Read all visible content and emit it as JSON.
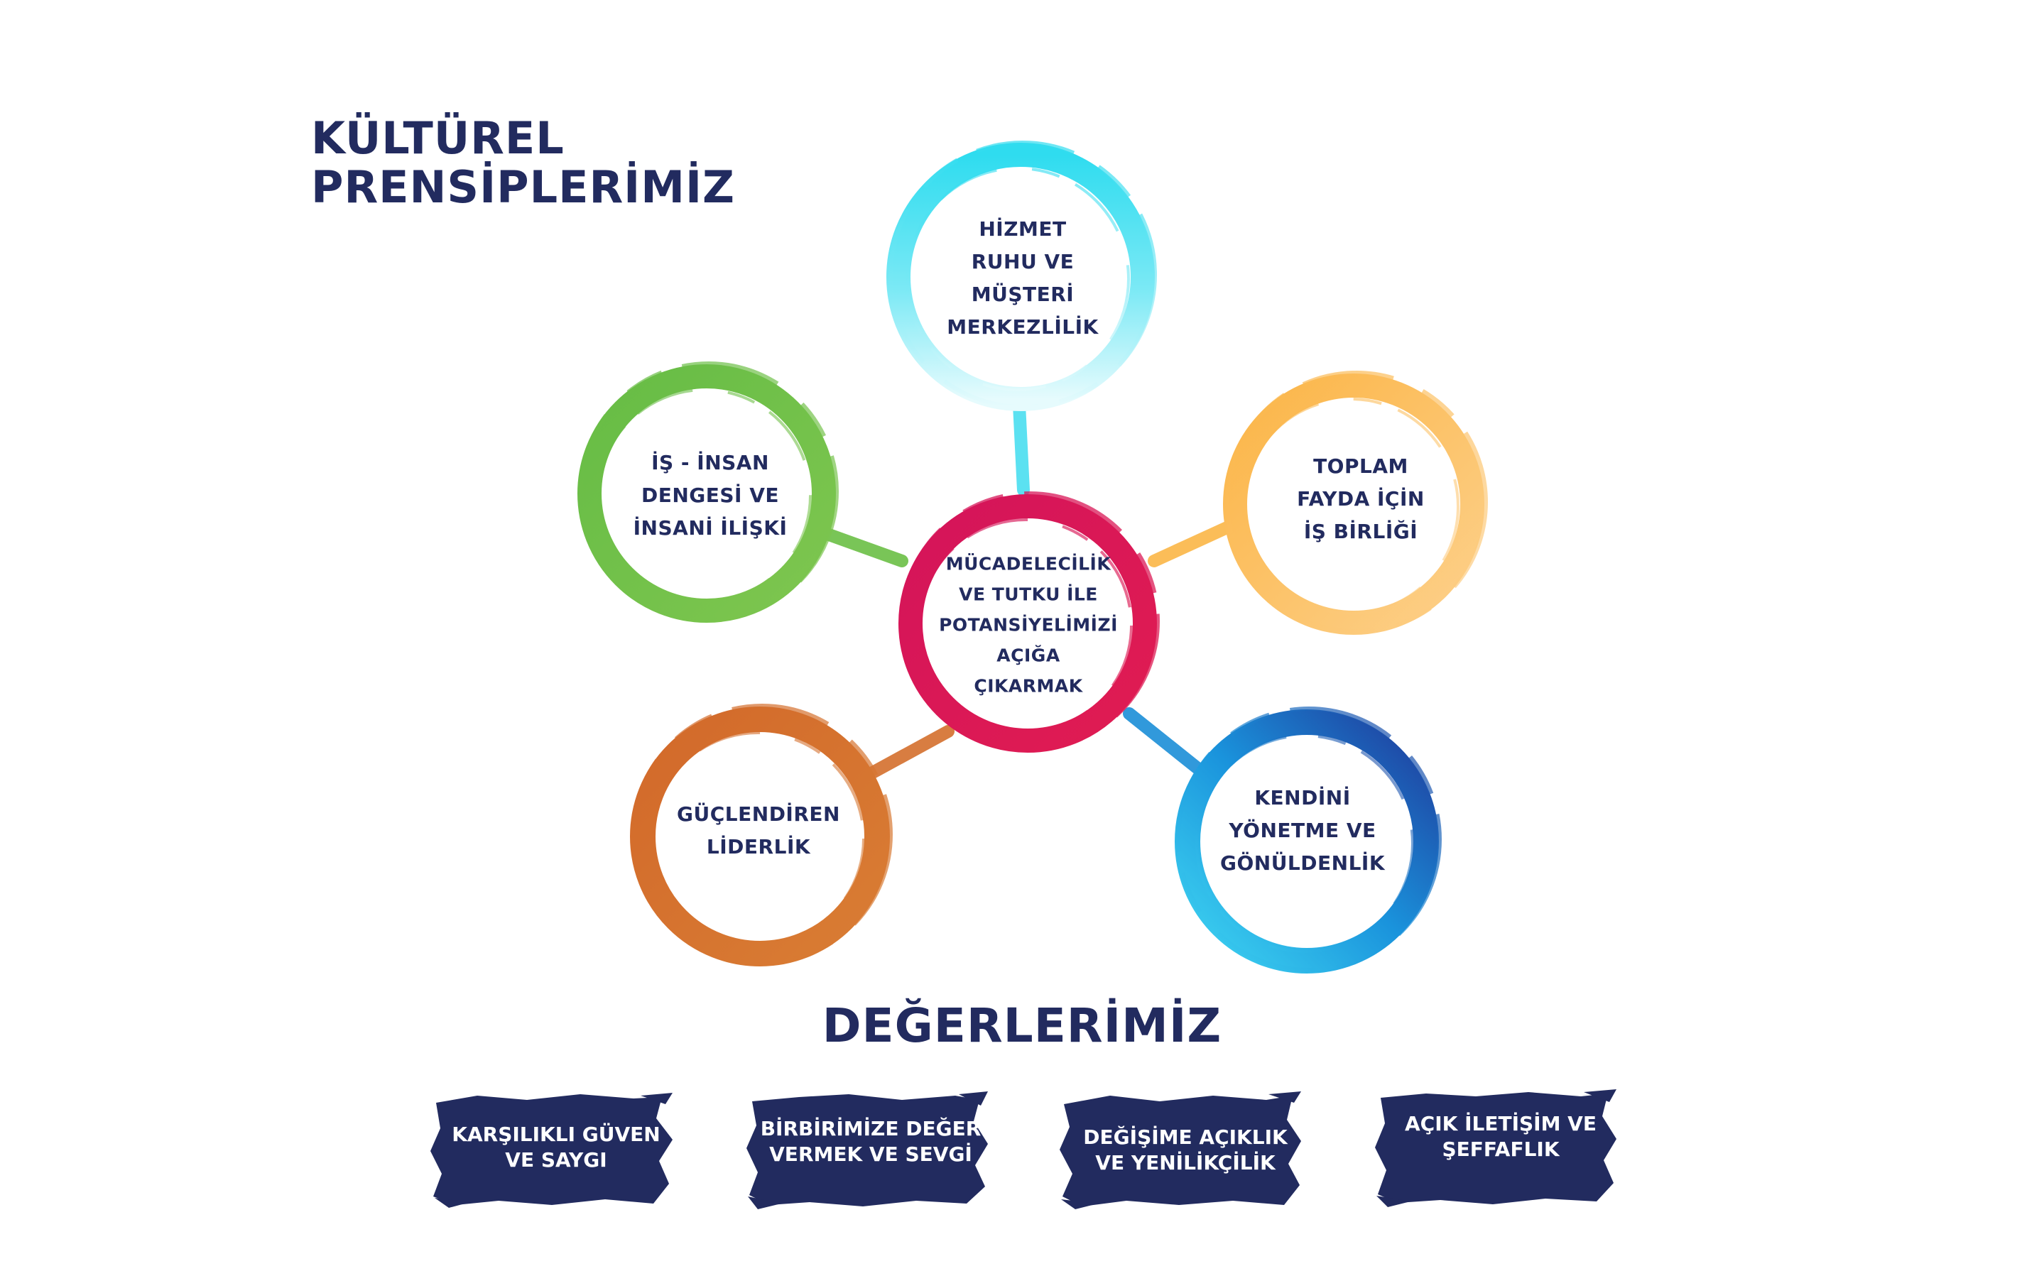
{
  "header": {
    "title_lines": [
      "KÜLTÜREL",
      "PRENSİPLERİMİZ"
    ]
  },
  "diagram": {
    "center": {
      "lines": [
        "MÜCADELECİLİK",
        "VE TUTKU İLE",
        "POTANSİYELİMİZİ",
        "AÇIĞA",
        "ÇIKARMAK"
      ],
      "color": "#d6145a"
    },
    "principles": [
      {
        "lines": [
          "HİZMET",
          "RUHU VE",
          "MÜŞTERİ",
          "MERKEZLİLİK"
        ],
        "color": "#35dff0"
      },
      {
        "lines": [
          "TOPLAM",
          "FAYDA İÇİN",
          "İŞ BİRLİĞİ"
        ],
        "color": "#fbb647"
      },
      {
        "lines": [
          "KENDİNİ",
          "YÖNETME VE",
          "GÖNÜLDENLİK"
        ],
        "color": "#1b8fd8"
      },
      {
        "lines": [
          "GÜÇLENDİREN",
          "LİDERLİK"
        ],
        "color": "#d4702d"
      },
      {
        "lines": [
          "İŞ - İNSAN",
          "DENGESİ VE",
          "İNSANİ İLİŞKİ"
        ],
        "color": "#6bbf45"
      }
    ]
  },
  "values_section": {
    "title": "DEĞERLERİMİZ",
    "badge_color": "#222b5f",
    "badges": [
      {
        "lines": [
          "KARŞILIKLI GÜVEN",
          "VE SAYGI"
        ]
      },
      {
        "lines": [
          "BİRBİRİMİZE DEĞER",
          "VERMEK VE SEVGİ"
        ]
      },
      {
        "lines": [
          "DEĞİŞİME AÇIKLIK",
          "VE YENİLİKÇİLİK"
        ]
      },
      {
        "lines": [
          "AÇIK İLETİŞİM VE",
          "ŞEFFAFLIK"
        ]
      }
    ]
  }
}
